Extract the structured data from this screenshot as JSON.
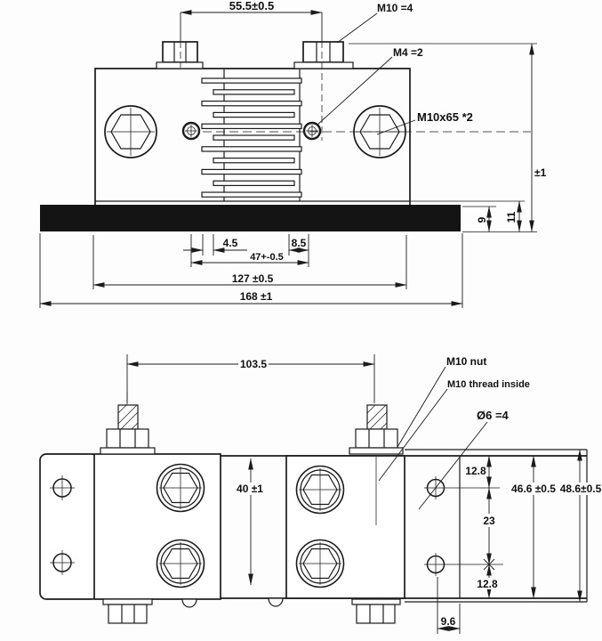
{
  "front_view": {
    "labels": {
      "bolt_spacing": "55.5±0.5",
      "bolt_callout": "M10 =4",
      "screw_callout": "M4 =2",
      "side_bolt_callout": "M10x65 *2",
      "overall_height_tol": "±1",
      "step_height": "11",
      "busbar_thickness": "9",
      "slot_depth": "4.5",
      "slot_width": "8.5",
      "screw_spacing": "47+-0.5",
      "body_width": "127 ±0.5",
      "overall_width": "168 ±1"
    }
  },
  "plan_view": {
    "labels": {
      "stud_spacing": "103.5",
      "nut_callout": "M10 nut",
      "thread_callout": "M10 thread inside",
      "hole_callout": "Ø6 =4",
      "edge_to_hole_top": "12.8",
      "hole_spacing": "23",
      "edge_to_hole_bottom": "12.8",
      "plate_width": "46.6 ±0.5",
      "overall_width": "48.6±0.5",
      "element_width": "40 ±1",
      "hole_offset": "9.6"
    }
  }
}
